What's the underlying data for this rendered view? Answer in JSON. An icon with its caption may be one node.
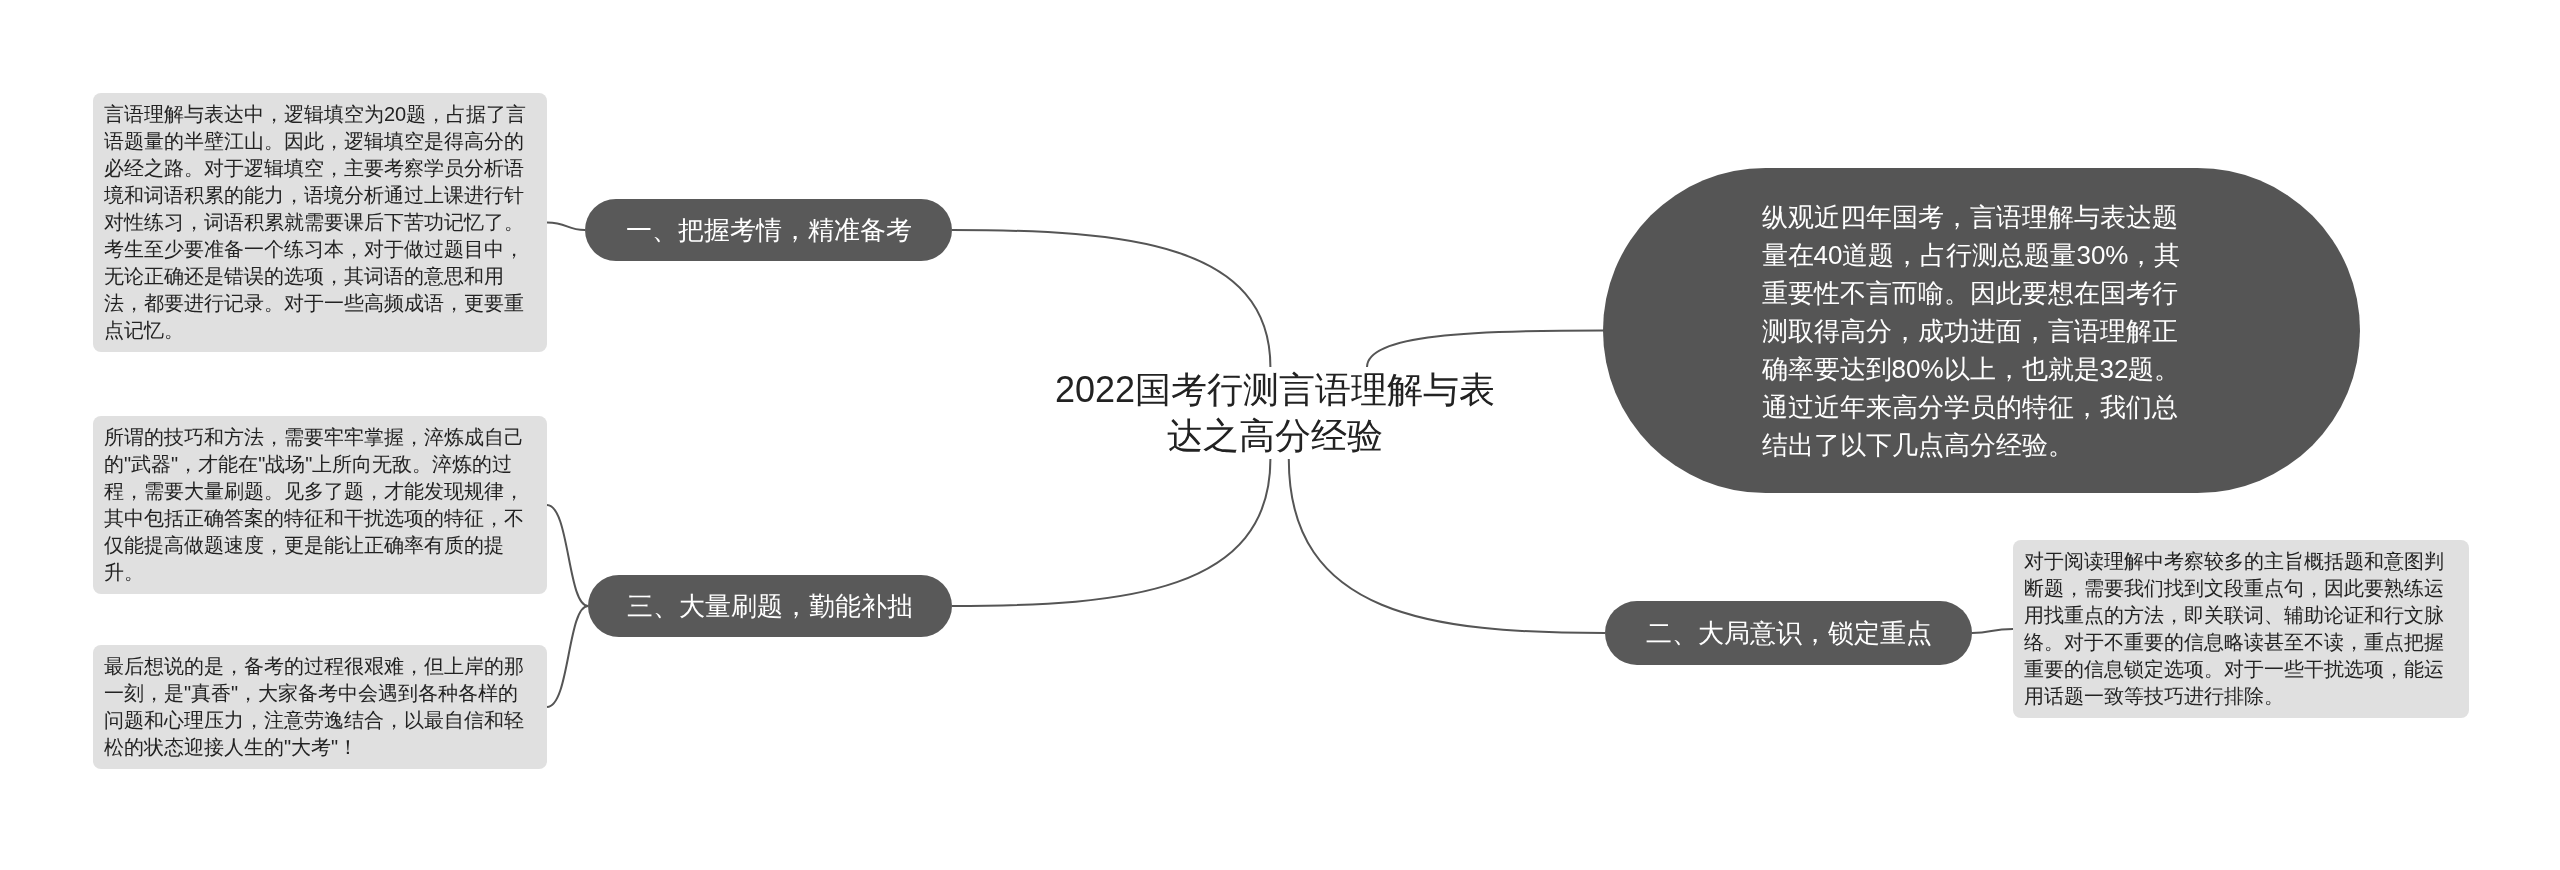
{
  "diagram": {
    "nodes": [
      {
        "text": [
          "2022国考行测言语理解与表达之高分经验"
        ]
      },
      {
        "text": [
          "一、把握考情，精准备考"
        ]
      },
      {
        "text": [
          "言语理解与表达中，逻辑填空为20题，占据了言语题量的半壁江山。因此，逻辑填空是得高分的必经之路。对于逻辑填空，主要考察学员分析语境和词语积累的能力，语境分析通过上课进行针对性练习，词语积累就需要课后下苦功记忆了。考生至少要准备一个练习本，对于做过题目中，无论正确还是错误的选项，其词语的意思和用法，都要进行记录。对于一些高频成语，更要重点记忆。"
        ]
      },
      {
        "text": [
          "纵观近四年国考，言语理解与表达题量在40道题，占行测总题量30%，其重要性不言而喻。因此要想在国考行测取得高分，成功进面，言语理解正确率要达到80%以上，也就是32题。通过近年来高分学员的特征，我们总结出了以下几点高分经验。"
        ]
      },
      {
        "text": [
          "三、大量刷题，勤能补拙"
        ]
      },
      {
        "text": [
          "所谓的技巧和方法，需要牢牢掌握，淬炼成自己的\"武器\"，才能在\"战场\"上所向无敌。淬炼的过程，需要大量刷题。见多了题，才能发现规律，其中包括正确答案的特征和干扰选项的特征，不仅能提高做题速度，更是能让正确率有质的提升。"
        ]
      },
      {
        "text": [
          "最后想说的是，备考的过程很艰难，但上岸的那一刻，是\"真香\"，大家备考中会遇到各种各样的问题和心理压力，注意劳逸结合，以最自信和轻松的状态迎接人生的\"大考\"！"
        ]
      },
      {
        "text": [
          "二、大局意识，锁定重点"
        ]
      },
      {
        "text": [
          "对于阅读理解中考察较多的主旨概括题和意图判断题，需要我们找到文段重点句，因此要熟练运用找重点的方法，即关联词、辅助论证和行文脉络。对于不重要的信息略读甚至不读，重点把握重要的信息锁定选项。对于一些干扰选项，能运用话题一致等技巧进行排除。"
        ]
      }
    ],
    "edges": [
      {
        "from": 0,
        "to": 1,
        "arrow": "none"
      },
      {
        "from": 0,
        "to": 3,
        "arrow": "none"
      },
      {
        "from": 0,
        "to": 4,
        "arrow": "none"
      },
      {
        "from": 0,
        "to": 7,
        "arrow": "none"
      },
      {
        "from": 1,
        "to": 2,
        "arrow": "none"
      },
      {
        "from": 4,
        "to": 5,
        "arrow": "none"
      },
      {
        "from": 4,
        "to": 6,
        "arrow": "none"
      },
      {
        "from": 7,
        "to": 8,
        "arrow": "none"
      }
    ]
  }
}
